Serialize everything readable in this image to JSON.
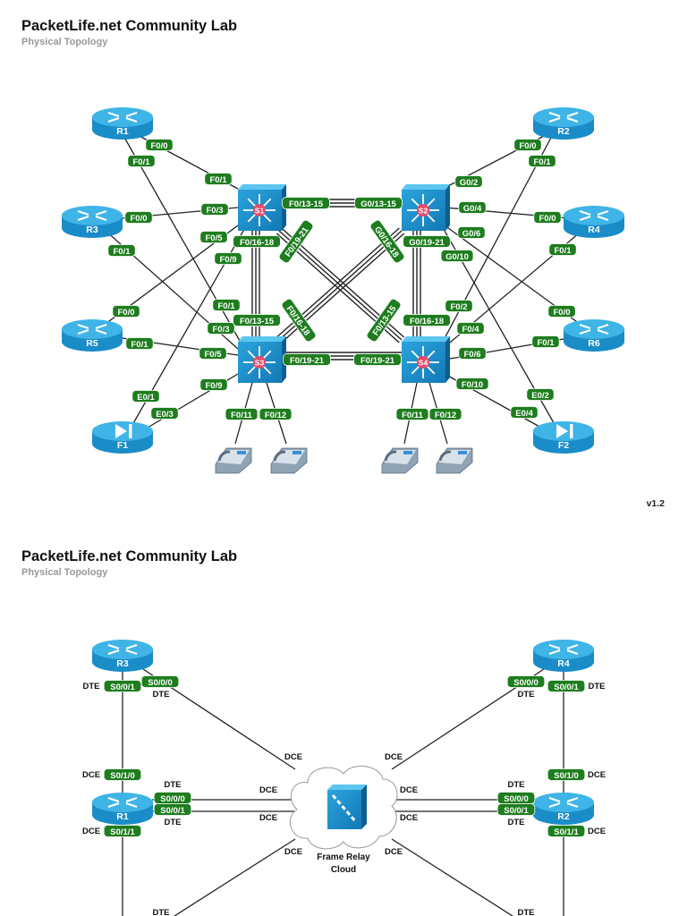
{
  "page1": {
    "title": "PacketLife.net Community Lab",
    "subtitle": "Physical Topology",
    "version": "v1.2"
  },
  "page2": {
    "title": "PacketLife.net Community Lab",
    "subtitle": "Physical Topology"
  },
  "colors": {
    "port_label_bg": "#1e7d1e",
    "port_label_text": "#ffffff",
    "device_blue": "#1a8cc8",
    "device_blue_top": "#3fb4e6",
    "switch_badge": "#e84a6a",
    "link": "#222222"
  },
  "diagram1": {
    "devices": [
      {
        "id": "R1",
        "type": "router",
        "label": "R1"
      },
      {
        "id": "R2",
        "type": "router",
        "label": "R2"
      },
      {
        "id": "R3",
        "type": "router",
        "label": "R3"
      },
      {
        "id": "R4",
        "type": "router",
        "label": "R4"
      },
      {
        "id": "R5",
        "type": "router",
        "label": "R5"
      },
      {
        "id": "R6",
        "type": "router",
        "label": "R6"
      },
      {
        "id": "F1",
        "type": "firewall",
        "label": "F1"
      },
      {
        "id": "F2",
        "type": "firewall",
        "label": "F2"
      },
      {
        "id": "S1",
        "type": "switch",
        "label": "S1"
      },
      {
        "id": "S2",
        "type": "switch",
        "label": "S2"
      },
      {
        "id": "S3",
        "type": "switch",
        "label": "S3"
      },
      {
        "id": "S4",
        "type": "switch",
        "label": "S4"
      },
      {
        "id": "P1",
        "type": "phone",
        "label": ""
      },
      {
        "id": "P2",
        "type": "phone",
        "label": ""
      },
      {
        "id": "P3",
        "type": "phone",
        "label": ""
      },
      {
        "id": "P4",
        "type": "phone",
        "label": ""
      }
    ],
    "links": [
      {
        "a": "R1",
        "a_port": "F0/0",
        "b": "S1",
        "b_port": "F0/1"
      },
      {
        "a": "R1",
        "a_port": "F0/1",
        "b": "S3",
        "b_port": "F0/1"
      },
      {
        "a": "R3",
        "a_port": "F0/0",
        "b": "S1",
        "b_port": "F0/3"
      },
      {
        "a": "R3",
        "a_port": "F0/1",
        "b": "S3",
        "b_port": "F0/3"
      },
      {
        "a": "R5",
        "a_port": "F0/0",
        "b": "S1",
        "b_port": "F0/5"
      },
      {
        "a": "R5",
        "a_port": "F0/1",
        "b": "S3",
        "b_port": "F0/5"
      },
      {
        "a": "F1",
        "a_port": "E0/1",
        "b": "S1",
        "b_port": "F0/9"
      },
      {
        "a": "F1",
        "a_port": "E0/3",
        "b": "S3",
        "b_port": "F0/9"
      },
      {
        "a": "R2",
        "a_port": "F0/0",
        "b": "S2",
        "b_port": "G0/2"
      },
      {
        "a": "R2",
        "a_port": "F0/1",
        "b": "S4",
        "b_port": "F0/2"
      },
      {
        "a": "R4",
        "a_port": "F0/0",
        "b": "S2",
        "b_port": "G0/4"
      },
      {
        "a": "R4",
        "a_port": "F0/1",
        "b": "S4",
        "b_port": "F0/4"
      },
      {
        "a": "R6",
        "a_port": "F0/0",
        "b": "S2",
        "b_port": "G0/6"
      },
      {
        "a": "R6",
        "a_port": "F0/1",
        "b": "S4",
        "b_port": "F0/6"
      },
      {
        "a": "F2",
        "a_port": "E0/2",
        "b": "S2",
        "b_port": "G0/10"
      },
      {
        "a": "F2",
        "a_port": "E0/4",
        "b": "S4",
        "b_port": "F0/10"
      },
      {
        "a": "S1",
        "a_port": "F0/13-15",
        "b": "S2",
        "b_port": "G0/13-15",
        "multi": 3
      },
      {
        "a": "S1",
        "a_port": "F0/16-18",
        "b": "S3",
        "b_port": "F0/13-15",
        "multi": 3
      },
      {
        "a": "S1",
        "a_port": "F0/19-21",
        "b": "S4",
        "b_port": "F0/13-15",
        "multi": 3
      },
      {
        "a": "S2",
        "a_port": "G0/16-18",
        "b": "S3",
        "b_port": "F0/16-18",
        "multi": 3
      },
      {
        "a": "S2",
        "a_port": "G0/19-21",
        "b": "S4",
        "b_port": "F0/16-18",
        "multi": 3
      },
      {
        "a": "S3",
        "a_port": "F0/19-21",
        "b": "S4",
        "b_port": "F0/19-21",
        "multi": 3
      },
      {
        "a": "S3",
        "a_port": "F0/11",
        "b": "P1",
        "b_port": ""
      },
      {
        "a": "S3",
        "a_port": "F0/12",
        "b": "P2",
        "b_port": ""
      },
      {
        "a": "S4",
        "a_port": "F0/11",
        "b": "P3",
        "b_port": ""
      },
      {
        "a": "S4",
        "a_port": "F0/12",
        "b": "P4",
        "b_port": ""
      }
    ]
  },
  "diagram2": {
    "cloud_label_line1": "Frame Relay",
    "cloud_label_line2": "Cloud",
    "devices": [
      {
        "id": "R3",
        "type": "router",
        "label": "R3"
      },
      {
        "id": "R4",
        "type": "router",
        "label": "R4"
      },
      {
        "id": "R1",
        "type": "router",
        "label": "R1"
      },
      {
        "id": "R2",
        "type": "router",
        "label": "R2"
      }
    ],
    "links": [
      {
        "a": "R3",
        "a_port": "S0/0/1",
        "a_role": "DTE",
        "b": "R1",
        "b_port": "S0/1/0",
        "b_role": "DCE"
      },
      {
        "a": "R3",
        "a_port": "S0/0/0",
        "a_role": "DTE",
        "b": "FR",
        "b_role": "DCE"
      },
      {
        "a": "R4",
        "a_port": "S0/0/0",
        "a_role": "DTE",
        "b": "FR",
        "b_role": "DCE"
      },
      {
        "a": "R4",
        "a_port": "S0/0/1",
        "a_role": "DTE",
        "b": "R2",
        "b_port": "S0/1/0",
        "b_role": "DCE"
      },
      {
        "a": "R1",
        "a_port": "S0/0/0",
        "a_role": "DTE",
        "b": "FR",
        "b_role": "DCE"
      },
      {
        "a": "R1",
        "a_port": "S0/0/1",
        "a_role": "DTE",
        "b": "FR",
        "b_role": "DCE"
      },
      {
        "a": "R2",
        "a_port": "S0/0/0",
        "a_role": "DTE",
        "b": "FR",
        "b_role": "DCE"
      },
      {
        "a": "R2",
        "a_port": "S0/0/1",
        "a_role": "DTE",
        "b": "FR",
        "b_role": "DCE"
      },
      {
        "a": "R1",
        "a_port": "S0/1/1",
        "a_role": "DCE",
        "b": "",
        "b_role": ""
      },
      {
        "a": "R2",
        "a_port": "S0/1/1",
        "a_role": "DCE",
        "b": "",
        "b_role": ""
      },
      {
        "a": "",
        "a_role": "DTE",
        "b": "FR",
        "b_role": "DCE"
      },
      {
        "a": "",
        "a_role": "DTE",
        "b": "FR",
        "b_role": "DCE"
      }
    ]
  }
}
